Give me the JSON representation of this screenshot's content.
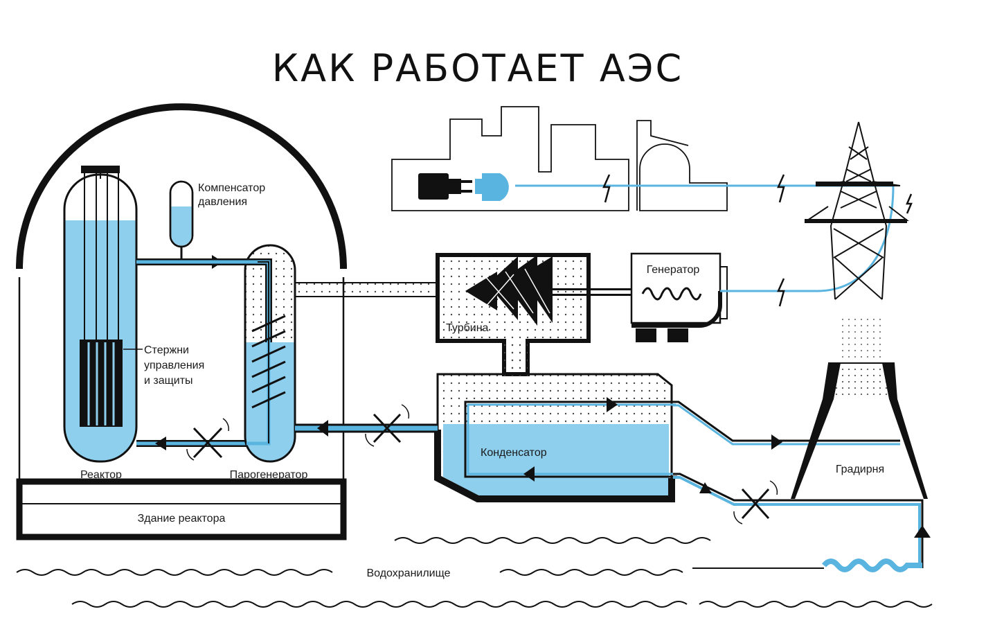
{
  "title": "КАК РАБОТАЕТ АЭС",
  "labels": {
    "compensator_line1": "Компенсатор",
    "compensator_line2": "давления",
    "rods_line1": "Стержни",
    "rods_line2": "управления",
    "rods_line3": "и защиты",
    "reactor": "Реактор",
    "steam_generator": "Парогенератор",
    "reactor_building": "Здание реактора",
    "turbine": "Турбина",
    "generator": "Генератор",
    "condenser": "Конденсатор",
    "cooling_tower": "Градирня",
    "reservoir": "Водохранилище"
  },
  "colors": {
    "water": "#8ecfee",
    "line_blue": "#5ab4e0",
    "outline": "#111111"
  },
  "icons": [
    "plug-icon",
    "socket-icon",
    "lightning-icon",
    "valve-icon",
    "flow-arrow-icon",
    "power-tower-icon"
  ]
}
